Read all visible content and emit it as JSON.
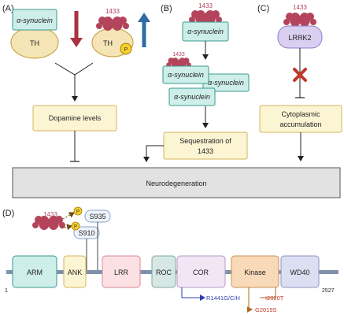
{
  "panels": {
    "a": "(A)",
    "b": "(B)",
    "c": "(C)",
    "d": "(D)"
  },
  "panel_a": {
    "alpha_synuclein": "α-synuclein",
    "th_left": "TH",
    "th_right": "TH",
    "protein_1433": "1433",
    "phospho": "P",
    "dopamine": "Dopamine levels"
  },
  "panel_b": {
    "protein_1433": "1433",
    "alpha_synuclein_top": "α-synuclein",
    "protein_1433_small": "1433",
    "cluster": [
      "α-synuclein",
      "α-synuclein",
      "α-synuclein"
    ],
    "sequestration_line1": "Sequestration of",
    "sequestration_line2": "1433"
  },
  "panel_c": {
    "protein_1433": "1433",
    "lrrk2": "LRRK2",
    "cytoplasmic_line1": "Cytoplasmic",
    "cytoplasmic_line2": "accumulation"
  },
  "neurodegeneration": "Neurodegeneration",
  "panel_d": {
    "protein_1433": "1433",
    "p1": "P",
    "p2": "P",
    "s935": "S935",
    "s910": "S910",
    "domains": [
      "ARM",
      "ANK",
      "LRR",
      "ROC",
      "COR",
      "Kinase",
      "WD40"
    ],
    "start": "1",
    "end": "2527",
    "mutations": [
      "R1441G/C/H",
      "I2020T",
      "G2019S"
    ]
  },
  "colors": {
    "teal_fill": "#cdeee9",
    "teal_stroke": "#3a9a8e",
    "yellow_fill": "#fcf5d4",
    "yellow_stroke": "#d4b45c",
    "th_fill": "#f5e4b5",
    "protein": "#b4445b",
    "red_arrow": "#a8323e",
    "blue_arrow": "#2e6da4",
    "neuro_fill": "#e2e2e2",
    "lrrk2_fill": "#d9cff0",
    "mutation_red": "#c0392b",
    "mutation_blue": "#2d3da8"
  }
}
